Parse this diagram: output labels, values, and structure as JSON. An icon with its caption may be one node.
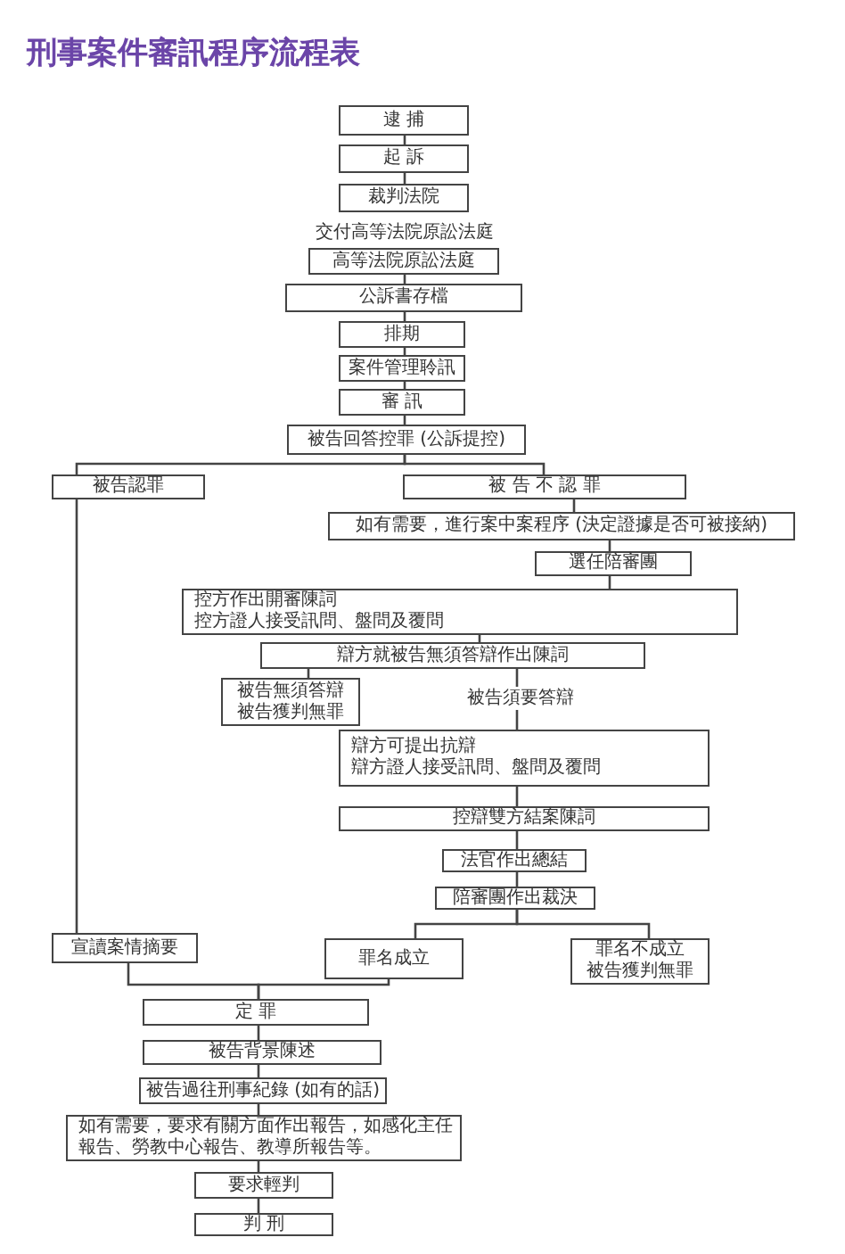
{
  "diagram": {
    "title": "刑事案件審訊程序流程表",
    "nodes": [
      {
        "text": [
          "逮 捕"
        ]
      },
      {
        "text": [
          "起 訴"
        ]
      },
      {
        "text": [
          "裁判法院"
        ]
      },
      {
        "text": [
          "高等法院原訟法庭"
        ]
      },
      {
        "text": [
          "公訴書存檔"
        ]
      },
      {
        "text": [
          "排期"
        ]
      },
      {
        "text": [
          "案件管理聆訊"
        ]
      },
      {
        "text": [
          "審 訊"
        ]
      },
      {
        "text": [
          "被告回答控罪 (公訴提控)"
        ]
      },
      {
        "text": [
          "被告認罪"
        ]
      },
      {
        "text": [
          "被 告 不 認 罪"
        ]
      },
      {
        "text": [
          "如有需要，進行案中案程序 (決定證據是否可被接納)"
        ]
      },
      {
        "text": [
          "選任陪審團"
        ]
      },
      {
        "text": [
          "控方作出開審陳詞",
          "控方證人接受訊問、盤問及覆問"
        ]
      },
      {
        "text": [
          "辯方就被告無須答辯作出陳詞"
        ]
      },
      {
        "text": [
          "被告無須答辯",
          "被告獲判無罪"
        ]
      },
      {
        "text": [
          "被告須要答辯"
        ]
      },
      {
        "text": [
          "辯方可提出抗辯",
          "辯方證人接受訊問、盤問及覆問"
        ]
      },
      {
        "text": [
          "控辯雙方結案陳詞"
        ]
      },
      {
        "text": [
          "法官作出總結"
        ]
      },
      {
        "text": [
          "陪審團作出裁決"
        ]
      },
      {
        "text": [
          "宣讀案情摘要"
        ]
      },
      {
        "text": [
          "罪名成立"
        ]
      },
      {
        "text": [
          "罪名不成立",
          "被告獲判無罪"
        ]
      },
      {
        "text": [
          "定 罪"
        ]
      },
      {
        "text": [
          "被告背景陳述"
        ]
      },
      {
        "text": [
          "被告過往刑事紀錄 (如有的話)"
        ]
      },
      {
        "text": [
          "如有需要，要求有關方面作出報告，如感化主任報告、勞教中心報告、教導所報告等。"
        ]
      },
      {
        "text": [
          "要求輕判"
        ]
      },
      {
        "text": [
          "判 刑"
        ]
      }
    ],
    "edges": [
      {
        "from": 0,
        "to": 1,
        "arrow": "none"
      },
      {
        "from": 1,
        "to": 2,
        "arrow": "none"
      },
      {
        "from": 3,
        "to": 4,
        "arrow": "none"
      },
      {
        "from": 4,
        "to": 5,
        "arrow": "none"
      },
      {
        "from": 5,
        "to": 6,
        "arrow": "none"
      },
      {
        "from": 6,
        "to": 7,
        "arrow": "none"
      },
      {
        "from": 7,
        "to": 8,
        "arrow": "none"
      },
      {
        "from": 8,
        "to": 9,
        "arrow": "none"
      },
      {
        "from": 8,
        "to": 10,
        "arrow": "none"
      },
      {
        "from": 10,
        "to": 11,
        "arrow": "none"
      },
      {
        "from": 11,
        "to": 12,
        "arrow": "none"
      },
      {
        "from": 12,
        "to": 13,
        "arrow": "none"
      },
      {
        "from": 13,
        "to": 14,
        "arrow": "none"
      },
      {
        "from": 14,
        "to": 15,
        "arrow": "none"
      },
      {
        "from": 14,
        "to": 16,
        "arrow": "none"
      },
      {
        "from": 16,
        "to": 17,
        "arrow": "none"
      },
      {
        "from": 17,
        "to": 18,
        "arrow": "none"
      },
      {
        "from": 18,
        "to": 19,
        "arrow": "none"
      },
      {
        "from": 19,
        "to": 20,
        "arrow": "none"
      },
      {
        "from": 20,
        "to": 22,
        "arrow": "none"
      },
      {
        "from": 20,
        "to": 23,
        "arrow": "none"
      },
      {
        "from": 9,
        "to": 21,
        "arrow": "none"
      },
      {
        "from": 21,
        "to": 24,
        "arrow": "none"
      },
      {
        "from": 22,
        "to": 24,
        "arrow": "none"
      },
      {
        "from": 24,
        "to": 25,
        "arrow": "none"
      },
      {
        "from": 25,
        "to": 26,
        "arrow": "none"
      },
      {
        "from": 26,
        "to": 27,
        "arrow": "none"
      },
      {
        "from": 27,
        "to": 28,
        "arrow": "none"
      },
      {
        "from": 28,
        "to": 29,
        "arrow": "none"
      }
    ],
    "labels": [
      "交付高等法院原訟法庭"
    ]
  }
}
